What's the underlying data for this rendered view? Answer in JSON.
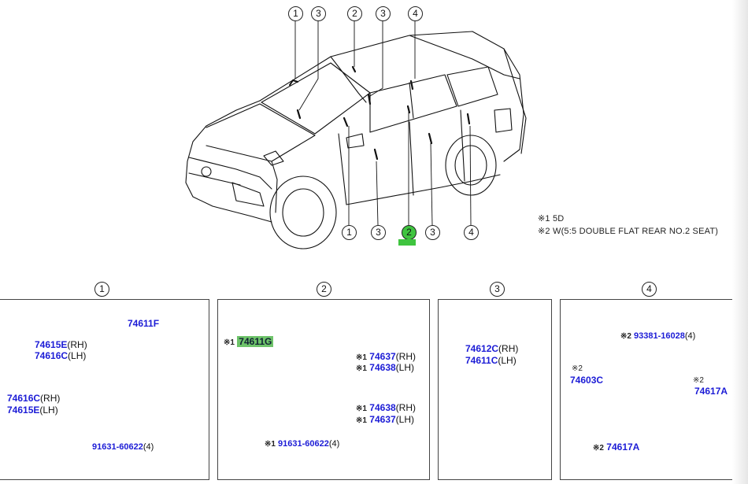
{
  "overview": {
    "callouts_top": [
      "1",
      "3",
      "2",
      "3",
      "4"
    ],
    "callouts_bottom": [
      "1",
      "3",
      "2",
      "3",
      "4"
    ],
    "notes": [
      "※1 5D",
      "※2 W(5:5 DOUBLE FLAT REAR NO.2 SEAT)"
    ]
  },
  "panels": [
    {
      "number": "1",
      "parts": [
        {
          "code": "74611F",
          "suffix": ""
        },
        {
          "code": "74615E",
          "suffix": "(RH)"
        },
        {
          "code": "74616C",
          "suffix": "(LH)"
        },
        {
          "code": "74616C",
          "suffix": "(RH)"
        },
        {
          "code": "74615E",
          "suffix": "(LH)"
        },
        {
          "code": "91631-60622",
          "suffix": "(4)"
        }
      ]
    },
    {
      "number": "2",
      "parts": [
        {
          "mark": "※1",
          "code": "74611G",
          "suffix": ""
        },
        {
          "mark": "※1",
          "code": "74637",
          "suffix": "(RH)"
        },
        {
          "mark": "※1",
          "code": "74638",
          "suffix": "(LH)"
        },
        {
          "mark": "※1",
          "code": "74638",
          "suffix": "(RH)"
        },
        {
          "mark": "※1",
          "code": "74637",
          "suffix": "(LH)"
        },
        {
          "mark": "※1",
          "code": "91631-60622",
          "suffix": "(4)"
        }
      ]
    },
    {
      "number": "3",
      "parts": [
        {
          "code": "74612C",
          "suffix": "(RH)"
        },
        {
          "code": "74611C",
          "suffix": "(LH)"
        }
      ]
    },
    {
      "number": "4",
      "parts": [
        {
          "mark": "※2",
          "code": "93381-16028",
          "suffix": "(4)"
        },
        {
          "mark": "※2",
          "code": "74603C",
          "suffix": ""
        },
        {
          "mark": "※2",
          "code": "74617A",
          "suffix": ""
        },
        {
          "mark": "※2",
          "code": "74617A",
          "suffix": ""
        }
      ]
    }
  ],
  "colors": {
    "part_code": "#1c1cd6",
    "highlight": "#3fc43f"
  }
}
